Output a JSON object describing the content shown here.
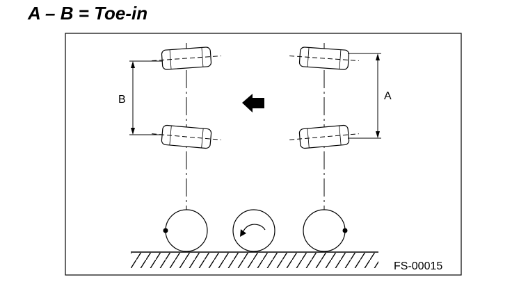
{
  "heading": "A – B = Toe-in",
  "labels": {
    "a": "A",
    "b": "B"
  },
  "figure_code": "FS-00015",
  "icons": {
    "direction": "arrow-left-icon",
    "rotation": "rotation-arrow-icon"
  },
  "colors": {
    "ink": "#000000",
    "paper": "#ffffff"
  }
}
